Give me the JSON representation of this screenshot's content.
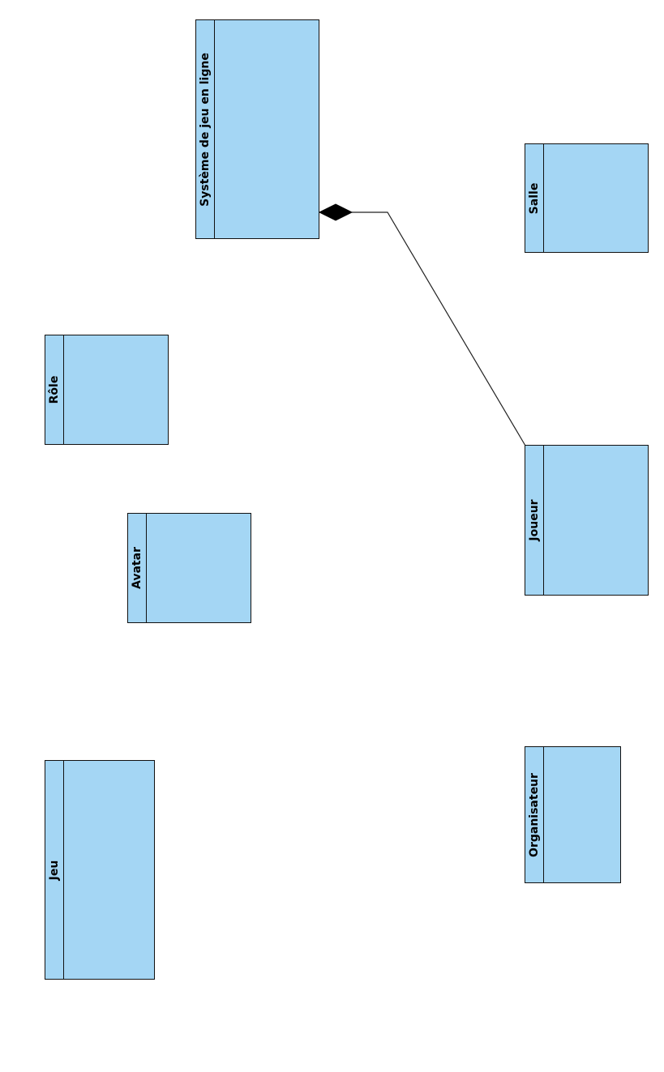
{
  "diagram": {
    "classes": {
      "systeme": "Système de jeu en ligne",
      "salle": "Salle",
      "role": "Rôle",
      "joueur": "Joueur",
      "avatar": "Avatar",
      "organisateur": "Organisateur",
      "jeu": "Jeu"
    },
    "relationships": [
      {
        "type": "composition",
        "whole": "Système de jeu en ligne",
        "part": "Joueur"
      }
    ]
  },
  "colors": {
    "class_fill": "#a4d6f4",
    "border": "#111111",
    "background": "#ffffff"
  }
}
